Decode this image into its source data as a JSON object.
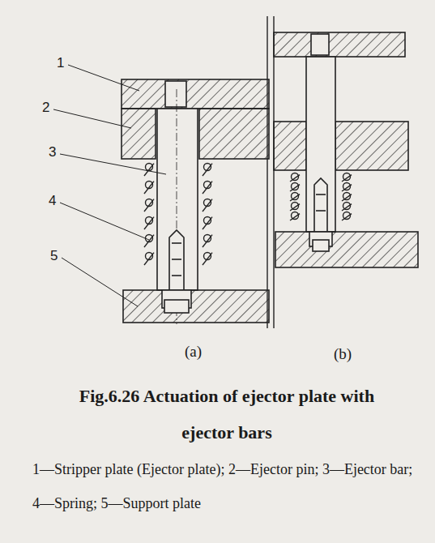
{
  "diagram": {
    "caption": "Fig.6.26 Actuation of ejector plate with ejector bars",
    "labels": [
      "1",
      "2",
      "3",
      "4",
      "5",
      "(a)",
      "(b)",
      "1—Stripper plate (Ejector plate); 2—Ejector pin; 3—Ejector bar; 4—Spring; 5—Support plate"
    ]
  }
}
